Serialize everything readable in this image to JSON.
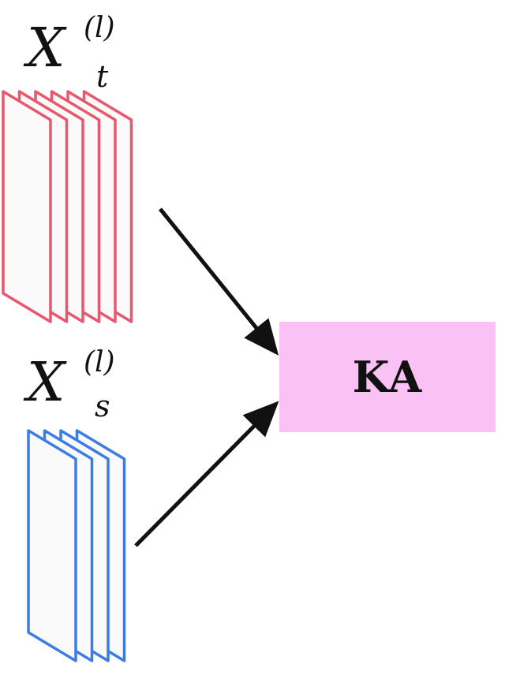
{
  "labels": {
    "target": {
      "base": "X",
      "sub": "t",
      "sup": "(l)"
    },
    "source": {
      "base": "X",
      "sub": "s",
      "sup": "(l)"
    }
  },
  "module": {
    "label": "KA"
  },
  "stacks": {
    "target": {
      "count": 6,
      "color": "#e8576e"
    },
    "source": {
      "count": 4,
      "color": "#3d7de3"
    }
  },
  "colors": {
    "module_fill": "#f9c1f4",
    "arrow": "#111111",
    "sheet_fill": "#fafafa"
  }
}
